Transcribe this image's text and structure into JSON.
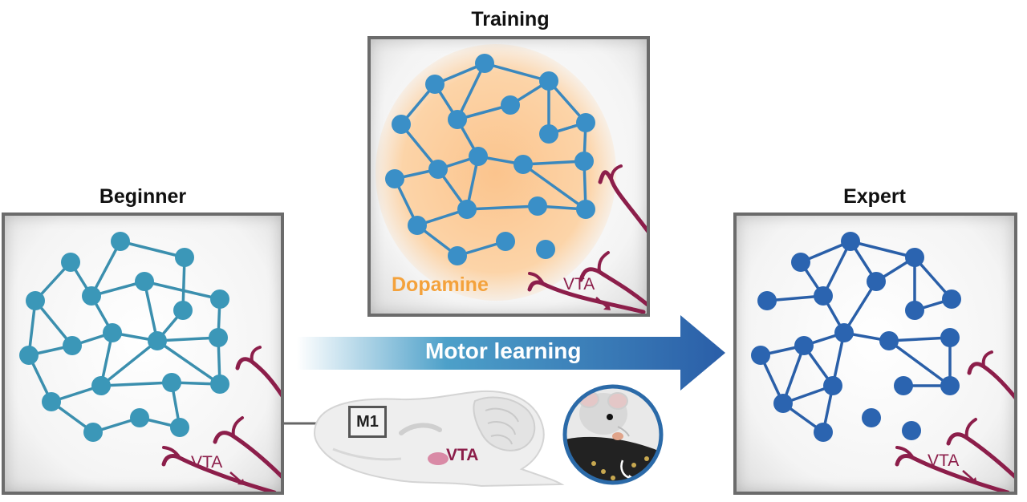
{
  "panels": {
    "beginner": {
      "title": "Beginner",
      "vta_label": "VTA",
      "node_color": "#3b97b8",
      "edge_color": "#3b8fae"
    },
    "training": {
      "title": "Training",
      "vta_label": "VTA",
      "glow_label": "Dopamine",
      "node_color": "#3a8fc7",
      "edge_color": "#3a88be",
      "glow_color": "#fbc48d"
    },
    "expert": {
      "title": "Expert",
      "vta_label": "VTA",
      "node_color": "#2b64b0",
      "edge_color": "#2a5fa8"
    }
  },
  "arrow": {
    "label": "Motor learning",
    "color_start": "#ffffff",
    "color_end": "#2a5ea8"
  },
  "brain": {
    "region_label": "M1",
    "vta_label": "VTA"
  },
  "colors": {
    "vta_vessel": "#8c1e4a",
    "box_border": "#6b6b6b"
  },
  "icons": {
    "brain": "sagittal-brain-icon",
    "mouse": "mouse-reaching-icon"
  }
}
